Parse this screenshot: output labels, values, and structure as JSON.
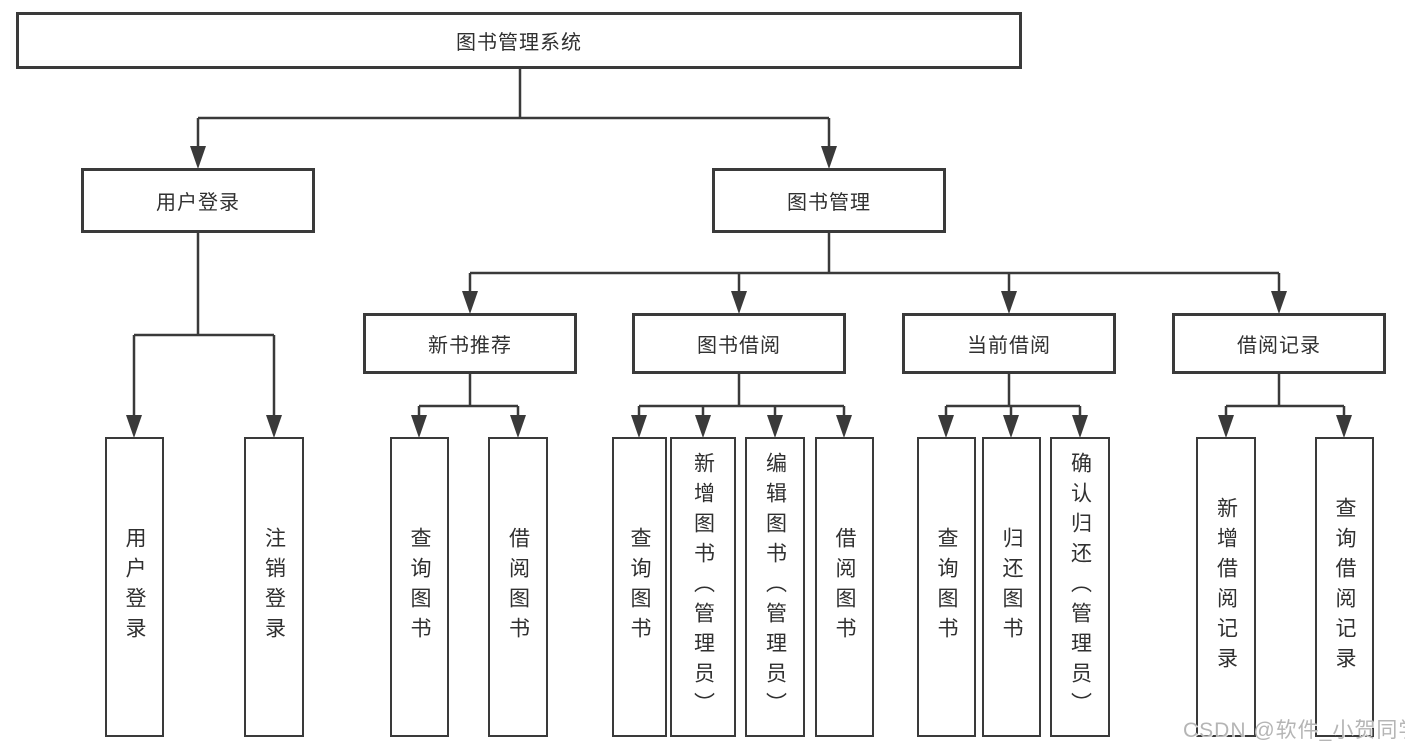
{
  "diagram_title": "图书管理系统",
  "tree": {
    "root": {
      "label": "图书管理系统"
    },
    "level2": [
      {
        "label": "用户登录"
      },
      {
        "label": "图书管理"
      }
    ],
    "level3": [
      {
        "label": "新书推荐",
        "parent": "图书管理"
      },
      {
        "label": "图书借阅",
        "parent": "图书管理"
      },
      {
        "label": "当前借阅",
        "parent": "图书管理"
      },
      {
        "label": "借阅记录",
        "parent": "图书管理"
      }
    ],
    "leaves": [
      {
        "label": "用户登录",
        "parent": "用户登录"
      },
      {
        "label": "注销登录",
        "parent": "用户登录"
      },
      {
        "label": "查询图书",
        "parent": "新书推荐"
      },
      {
        "label": "借阅图书",
        "parent": "新书推荐"
      },
      {
        "label": "查询图书",
        "parent": "图书借阅"
      },
      {
        "label": "新增图书（管理员）",
        "parent": "图书借阅"
      },
      {
        "label": "编辑图书（管理员）",
        "parent": "图书借阅"
      },
      {
        "label": "借阅图书",
        "parent": "图书借阅"
      },
      {
        "label": "查询图书",
        "parent": "当前借阅"
      },
      {
        "label": "归还图书",
        "parent": "当前借阅"
      },
      {
        "label": "确认归还（管理员）",
        "parent": "当前借阅"
      },
      {
        "label": "新增借阅记录",
        "parent": "借阅记录"
      },
      {
        "label": "查询借阅记录",
        "parent": "借阅记录"
      }
    ]
  },
  "watermark": "CSDN @软件_小贺同学",
  "colors": {
    "line": "#3a3a3a",
    "box_border": "#3a3a3a",
    "text": "#303030",
    "watermark": "#b5b5b5",
    "background": "#ffffff"
  }
}
